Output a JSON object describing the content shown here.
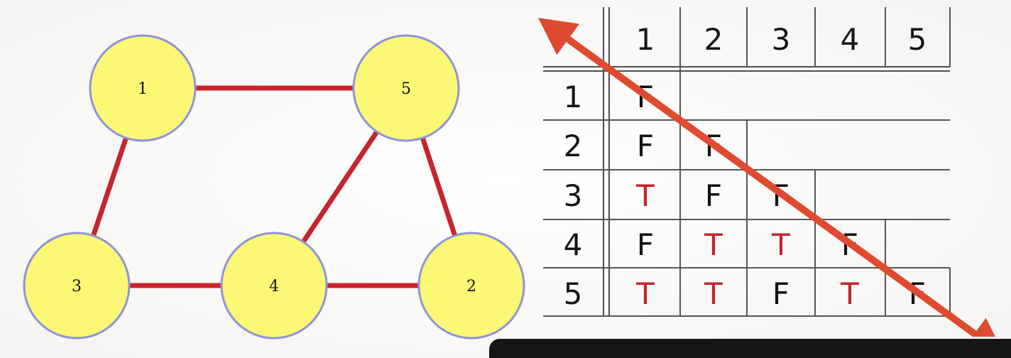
{
  "graph": {
    "nodes": [
      {
        "id": "1",
        "label": "1"
      },
      {
        "id": "5",
        "label": "5"
      },
      {
        "id": "3",
        "label": "3"
      },
      {
        "id": "4",
        "label": "4"
      },
      {
        "id": "2",
        "label": "2"
      }
    ],
    "edges": [
      {
        "from": "1",
        "to": "5"
      },
      {
        "from": "1",
        "to": "3"
      },
      {
        "from": "3",
        "to": "4"
      },
      {
        "from": "4",
        "to": "5"
      },
      {
        "from": "5",
        "to": "2"
      },
      {
        "from": "4",
        "to": "2"
      }
    ]
  },
  "matrix": {
    "column_headers": [
      "1",
      "2",
      "3",
      "4",
      "5"
    ],
    "rows": [
      {
        "label": "1",
        "cells": [
          "F"
        ]
      },
      {
        "label": "2",
        "cells": [
          "F",
          "F"
        ]
      },
      {
        "label": "3",
        "cells": [
          "T",
          "F",
          "F"
        ]
      },
      {
        "label": "4",
        "cells": [
          "F",
          "T",
          "T",
          "F"
        ]
      },
      {
        "label": "5",
        "cells": [
          "T",
          "T",
          "F",
          "T",
          "F"
        ]
      }
    ]
  },
  "colors": {
    "node_fill": "#fbf876",
    "node_stroke": "#8f94d7",
    "edge": "#c8242c",
    "true_text": "#c3242d",
    "false_text": "#111111",
    "arrow": "#df4a30"
  }
}
